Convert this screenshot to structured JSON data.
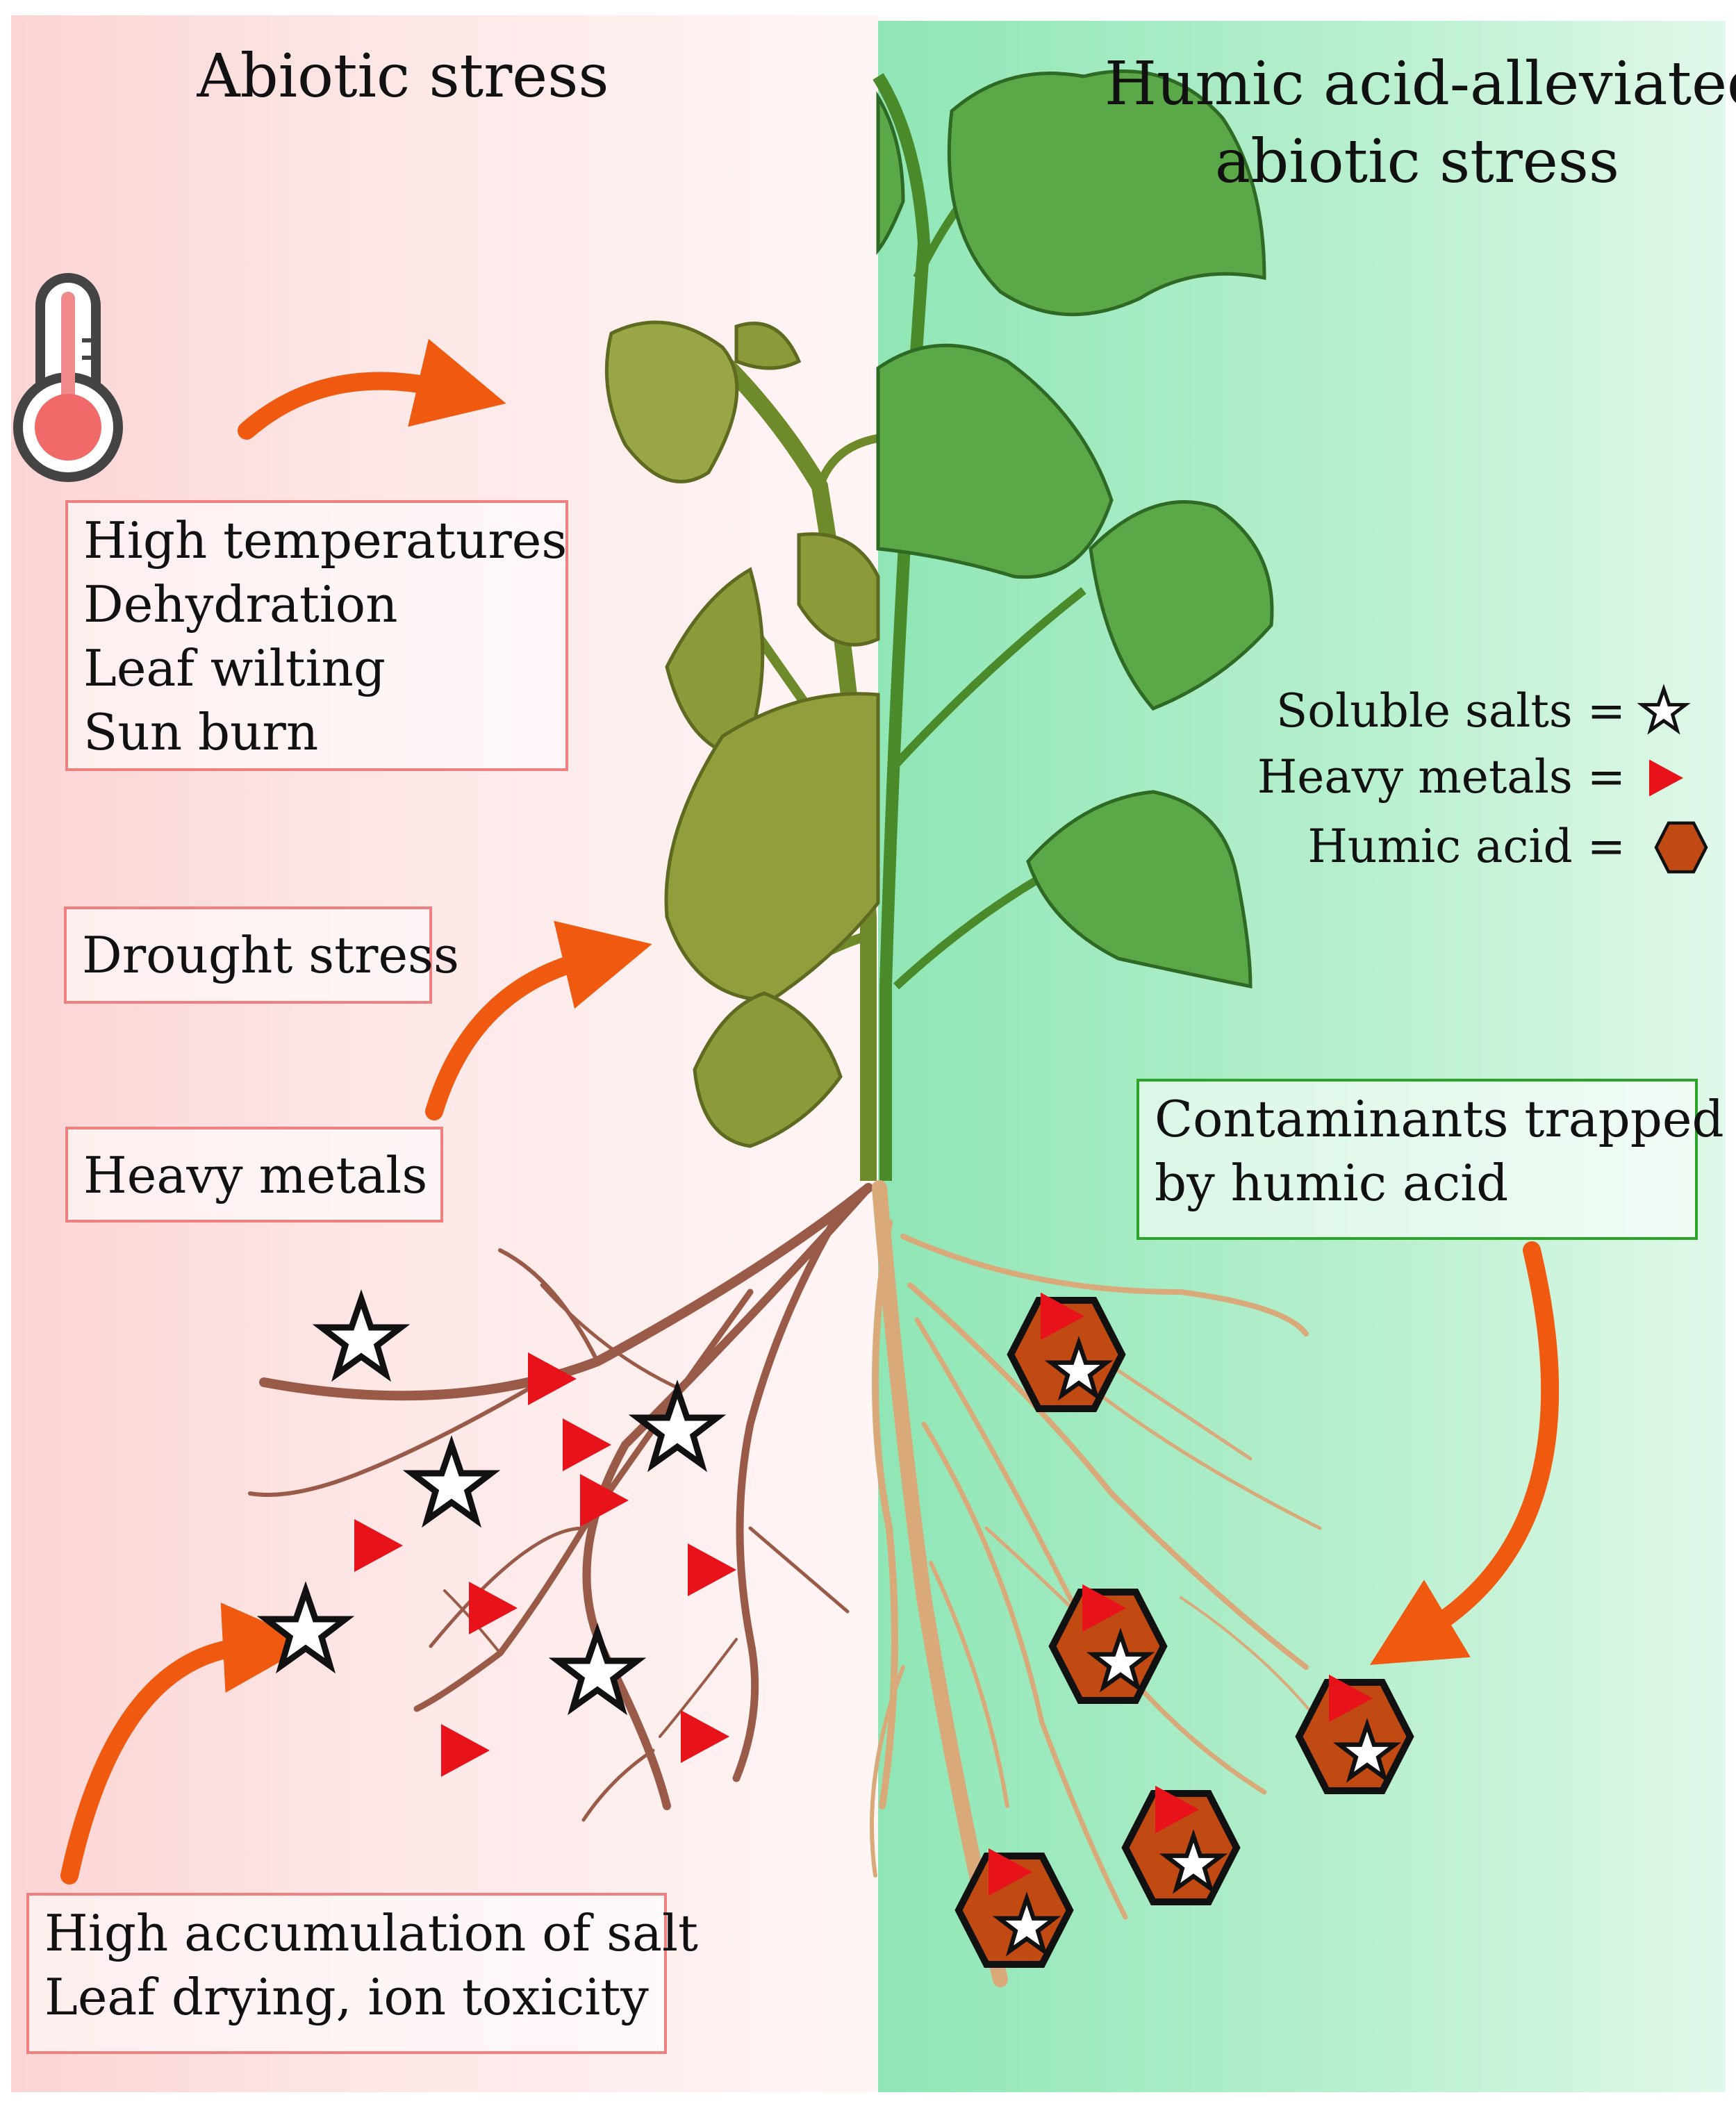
{
  "titles": {
    "left": "Abiotic stress",
    "right_line1": "Humic acid-alleviated",
    "right_line2": "abiotic stress"
  },
  "boxes": {
    "temperature": [
      "High temperatures",
      "Dehydration",
      "Leaf wilting",
      "Sun burn"
    ],
    "drought": "Drought stress",
    "heavy_metals": "Heavy metals",
    "salt": [
      "High accumulation of salt",
      "Leaf drying, ion toxicity"
    ],
    "contaminants": [
      "Contaminants trapped",
      "by humic acid"
    ]
  },
  "legend": {
    "salts": "Soluble salts =",
    "metals": "Heavy metals =",
    "humic": "Humic acid ="
  },
  "colors": {
    "arrow": "#f05a10",
    "metal": "#e8121a",
    "humic": "#c04a12",
    "root_stressed": "#9a5a48",
    "root_healthy": "#d9a97a",
    "leaf_stressed": "#8c9a3a",
    "leaf_healthy": "#5aa848"
  }
}
